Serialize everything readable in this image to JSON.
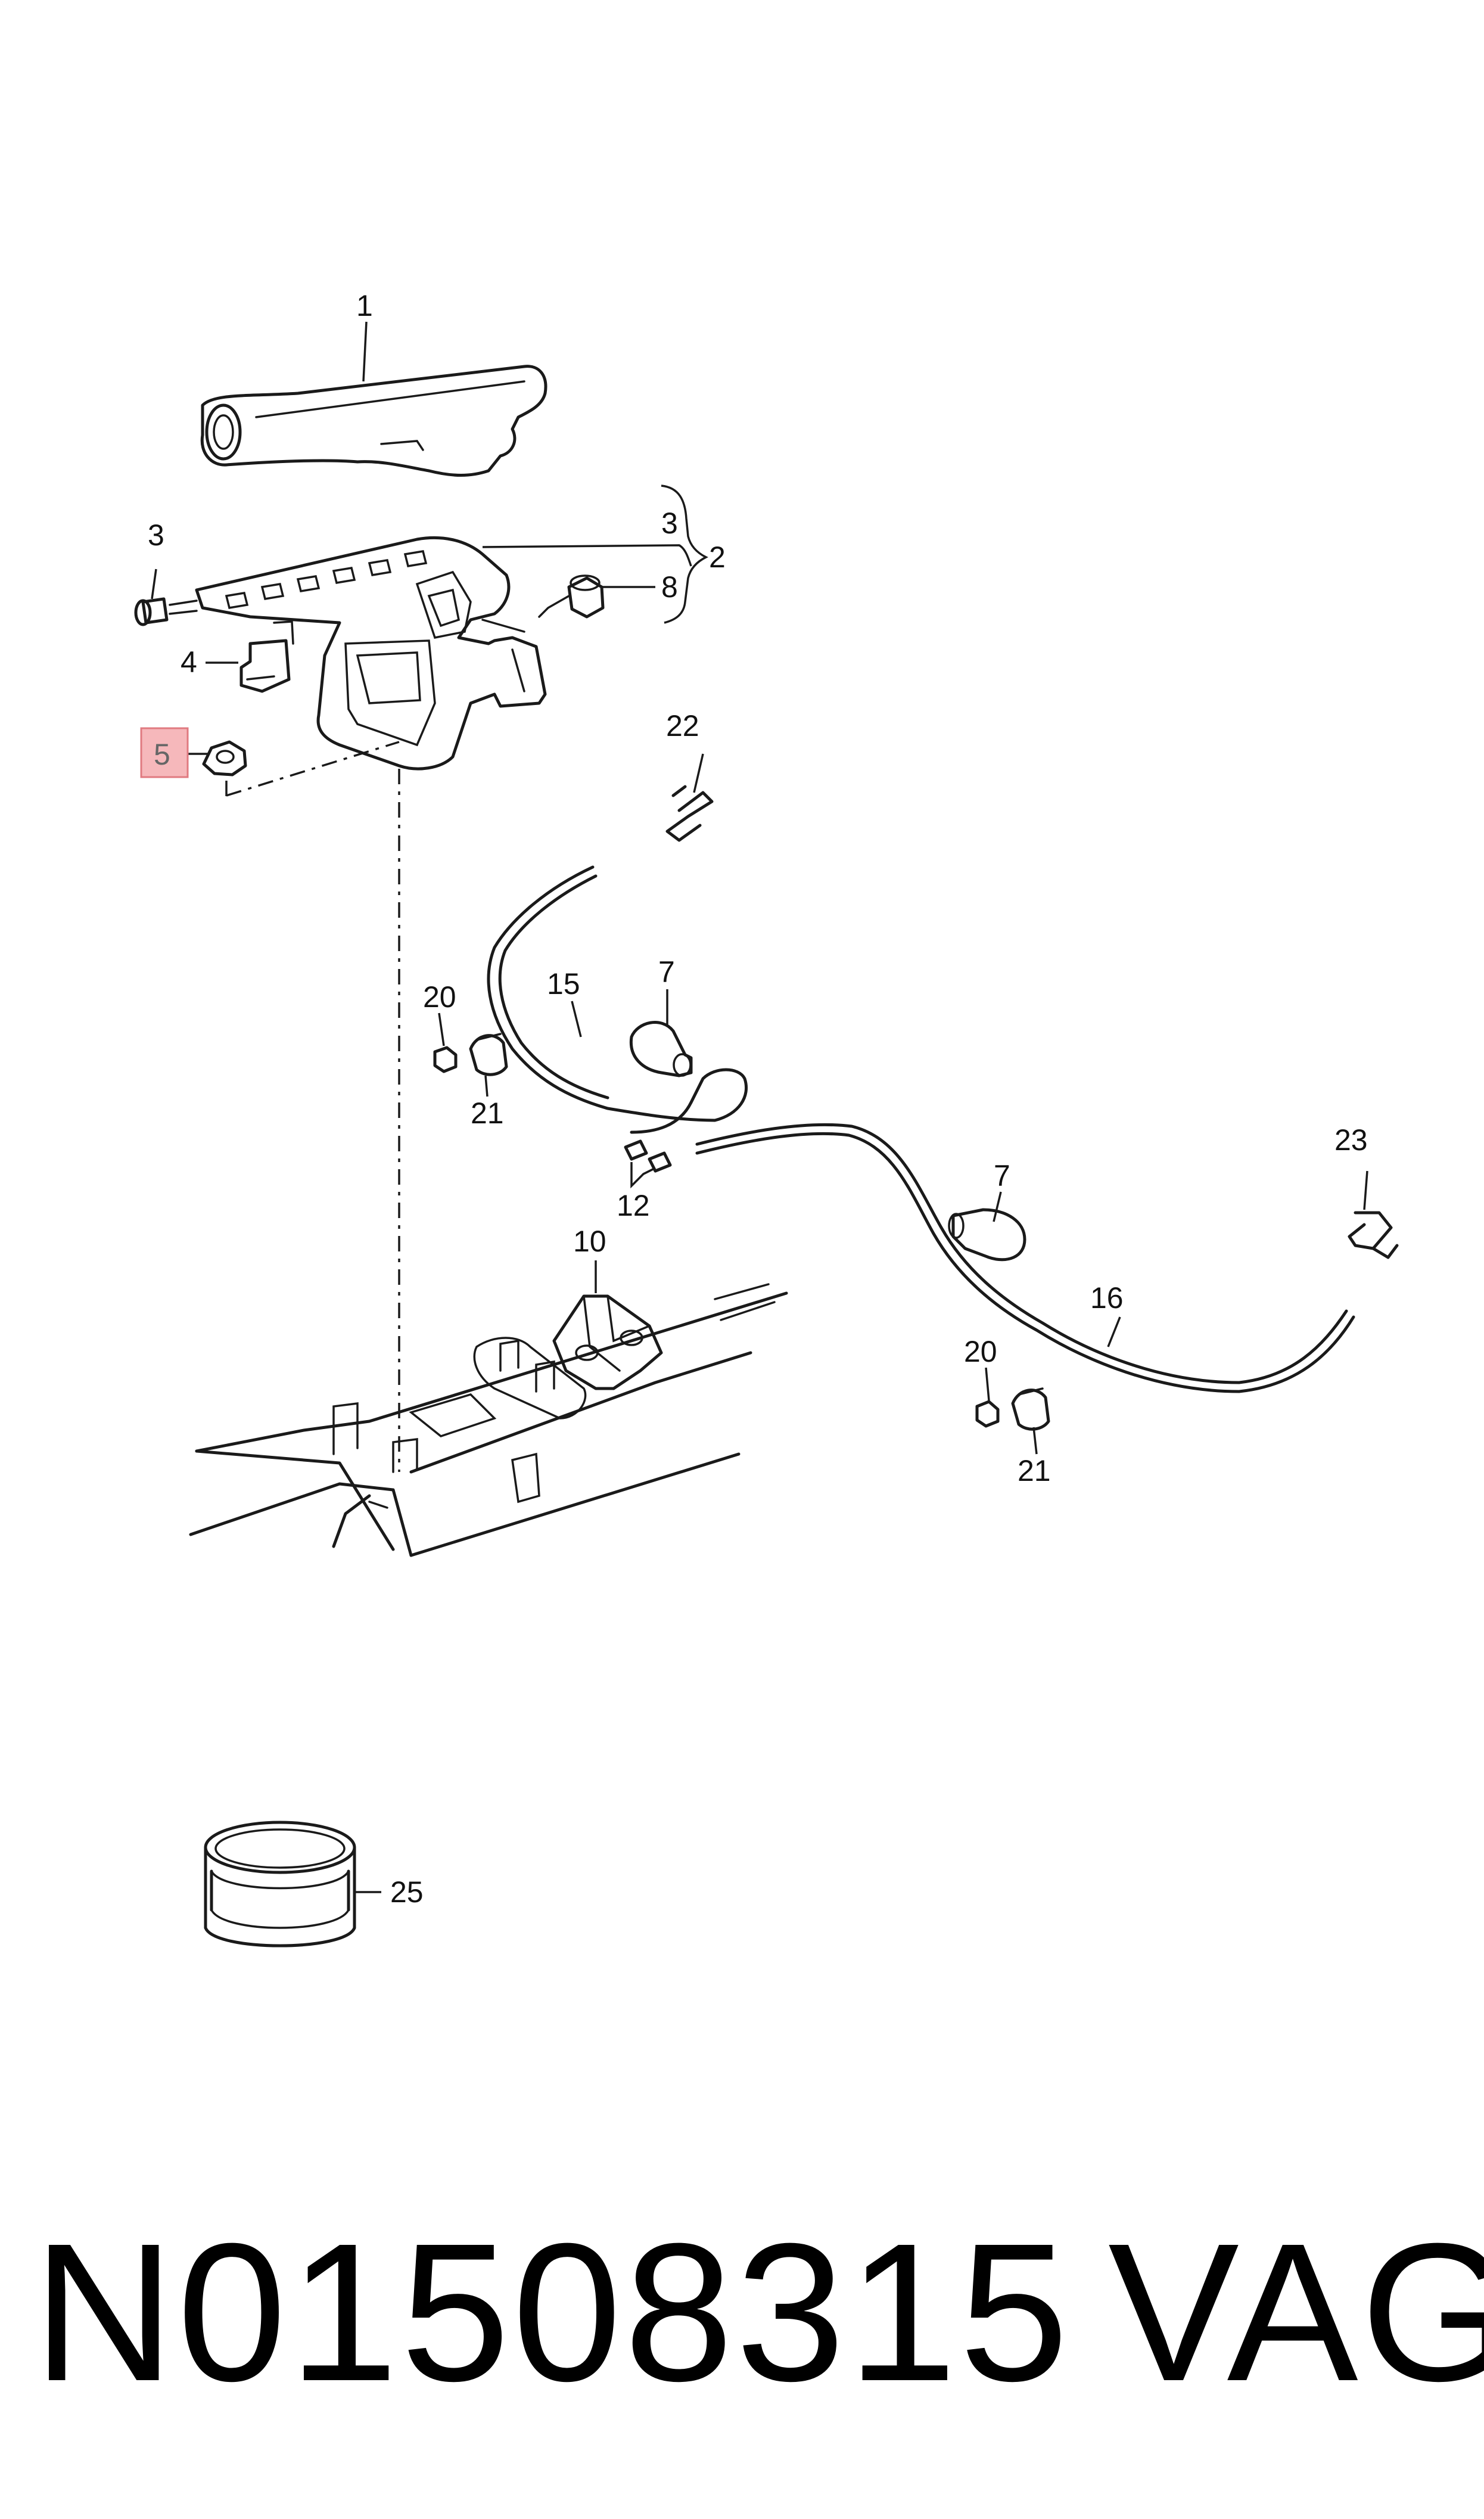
{
  "diagram": {
    "callouts": {
      "c1": "1",
      "c2": "2",
      "c3a": "3",
      "c3b": "3",
      "c4": "4",
      "c5": "5",
      "c7a": "7",
      "c7b": "7",
      "c8": "8",
      "c10": "10",
      "c12": "12",
      "c15": "15",
      "c16": "16",
      "c20a": "20",
      "c20b": "20",
      "c21a": "21",
      "c21b": "21",
      "c22": "22",
      "c23": "23",
      "c25": "25"
    },
    "highlighted_callout": "5",
    "highlight_color": "#f6b8bb"
  },
  "footer": {
    "part_number": "N01508315",
    "brand": "VAG"
  }
}
